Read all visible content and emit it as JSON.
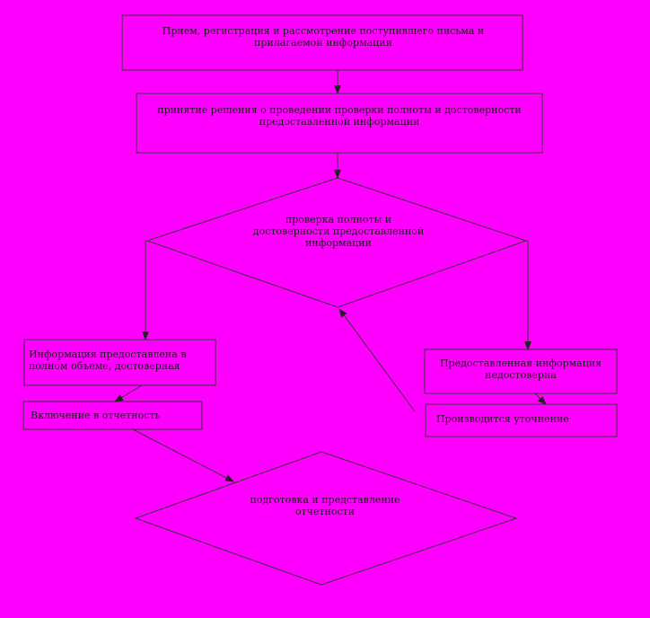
{
  "diagram": {
    "nodes": {
      "receive": "Прием, регистрация и рассмотрение поступившего письма и\nприлагаемой информации",
      "decision": "принятие решения о проведении проверки полноты и достоверности\nпредоставленной информации",
      "check": "проверка полноты и\nдостоверности предоставленной\nинформации",
      "complete": "Информация предоставлена в\nполном объеме, достоверная",
      "inaccurate": "Предоставленная информация\nнедостоверна",
      "include": "Включение в отчетность",
      "clarify": "Производится уточнение",
      "prepare": "подготовка и представление\nотчетности"
    },
    "colors": {
      "background": "#ff00ff",
      "stroke": "#333333",
      "text": "#1a1a1a"
    }
  }
}
